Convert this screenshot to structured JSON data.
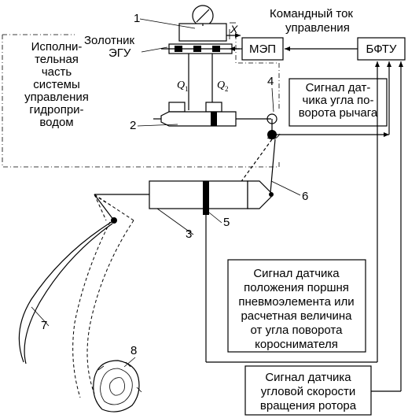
{
  "labels": {
    "num1": "1",
    "num2": "2",
    "num3": "3",
    "num4": "4",
    "num5": "5",
    "num6": "6",
    "num7": "7",
    "num8": "8",
    "x_label": "X",
    "q1": "Q",
    "q1_sub": "1",
    "q2": "Q",
    "q2_sub": "2"
  },
  "blocks": {
    "mep": "МЭП",
    "bftu": "БФТУ"
  },
  "text": {
    "command_current": [
      "Командный ток",
      "управления"
    ],
    "zolotnik": [
      "Золотник",
      "ЭГУ"
    ],
    "exec_part": [
      "Исполни-",
      "тельная",
      "часть",
      "системы",
      "управления",
      "гидропри-",
      "водом"
    ],
    "lever_sensor": [
      "Сигнал дат-",
      "чика угла по-",
      "ворота рычага"
    ],
    "piston_sensor": [
      "Сигнал датчика",
      "положения поршня",
      "пневмоэлемента или",
      "расчетная величина",
      "от  угла поворота",
      "короснимателя"
    ],
    "rotor_sensor": [
      "Сигнал датчика",
      "угловой скорости",
      "вращения ротора"
    ]
  }
}
